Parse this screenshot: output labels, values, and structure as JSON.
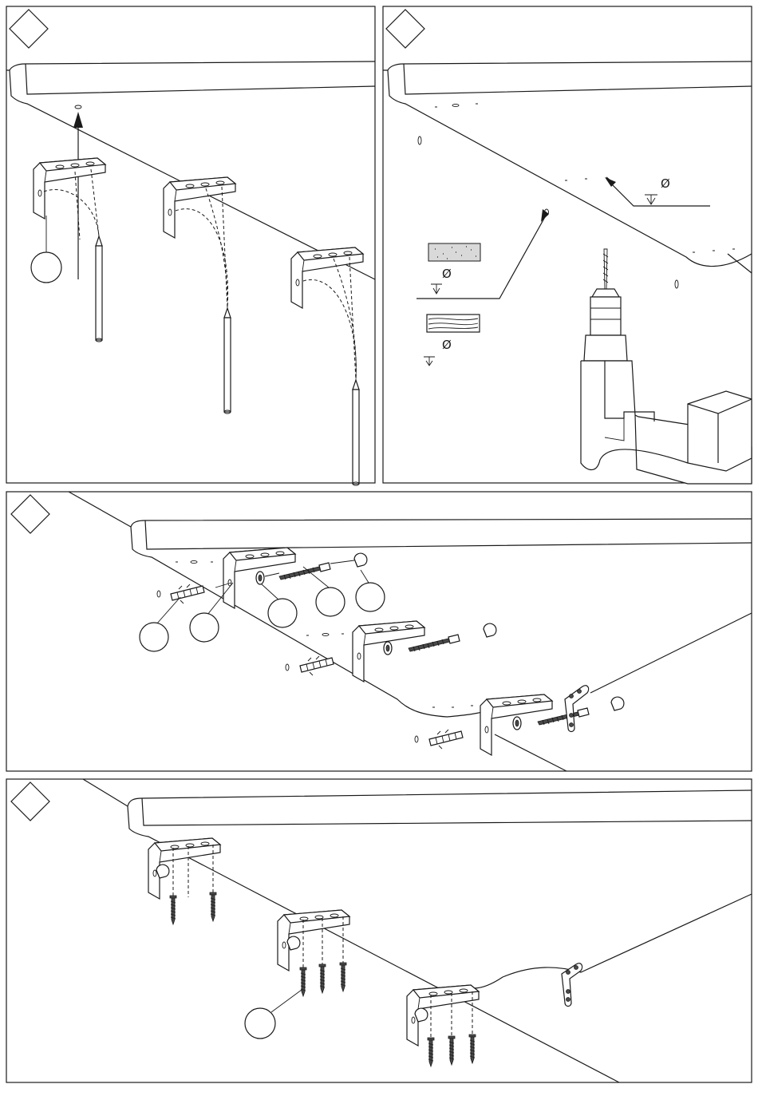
{
  "figure": {
    "panel_1": {
      "step_marker": "diamond",
      "callouts": [
        ""
      ]
    },
    "panel_2": {
      "step_marker": "diamond",
      "symbols": [
        "Ø",
        "Ø",
        "Ø"
      ]
    },
    "panel_3": {
      "step_marker": "diamond",
      "callouts": [
        "",
        "",
        "",
        "",
        ""
      ]
    },
    "panel_4": {
      "step_marker": "diamond",
      "callouts": [
        ""
      ]
    }
  },
  "colors": {
    "line": "#1a1a1a",
    "background": "#ffffff",
    "fill_light": "#d9d9d9",
    "fill_dark": "#4a4a4a"
  },
  "icons": [
    "step-diamond-icon",
    "pencil-icon",
    "drill-icon",
    "bracket-icon",
    "screw-icon",
    "wall-plug-icon",
    "washer-icon",
    "cap-icon",
    "connector-plate-icon"
  ]
}
